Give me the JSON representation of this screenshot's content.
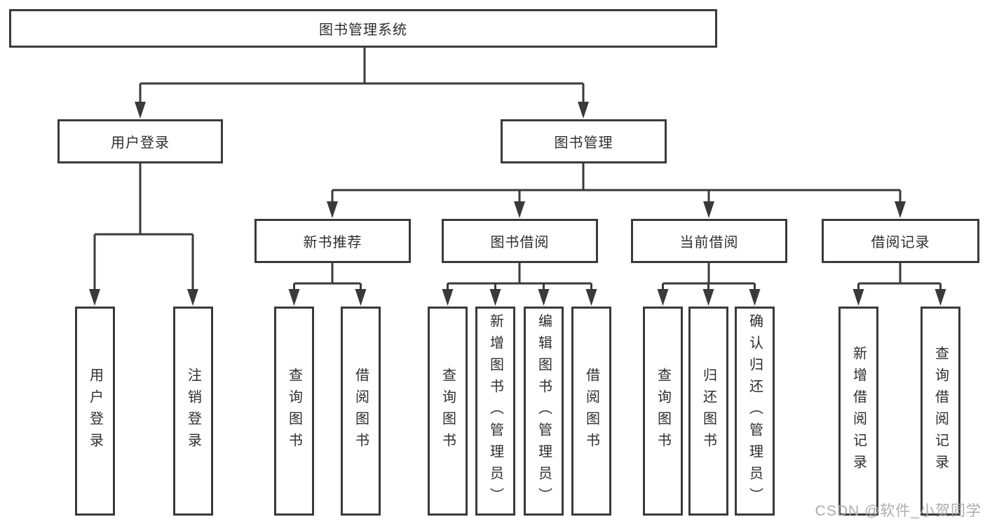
{
  "nodes": {
    "root": "图书管理系统",
    "user_login": "用户登录",
    "book_manage": "图书管理",
    "new_book_recommend": "新书推荐",
    "book_borrow": "图书借阅",
    "current_borrow": "当前借阅",
    "borrow_records": "借阅记录"
  },
  "leaves": {
    "login": [
      "用户登录",
      "注销登录"
    ],
    "recommend": [
      "查询图书",
      "借阅图书"
    ],
    "borrow": [
      "查询图书",
      "新增图书（管理员）",
      "编辑图书（管理员）",
      "借阅图书"
    ],
    "current": [
      "查询图书",
      "归还图书",
      "确认归还（管理员）"
    ],
    "records": [
      "新增借阅记录",
      "查询借阅记录"
    ]
  },
  "watermark": "CSDN @软件_小贺同学",
  "colors": {
    "line": "#3a3a3a",
    "text": "#2e2e2e",
    "watermark_text": "#a8a8a8",
    "background": "#ffffff"
  }
}
